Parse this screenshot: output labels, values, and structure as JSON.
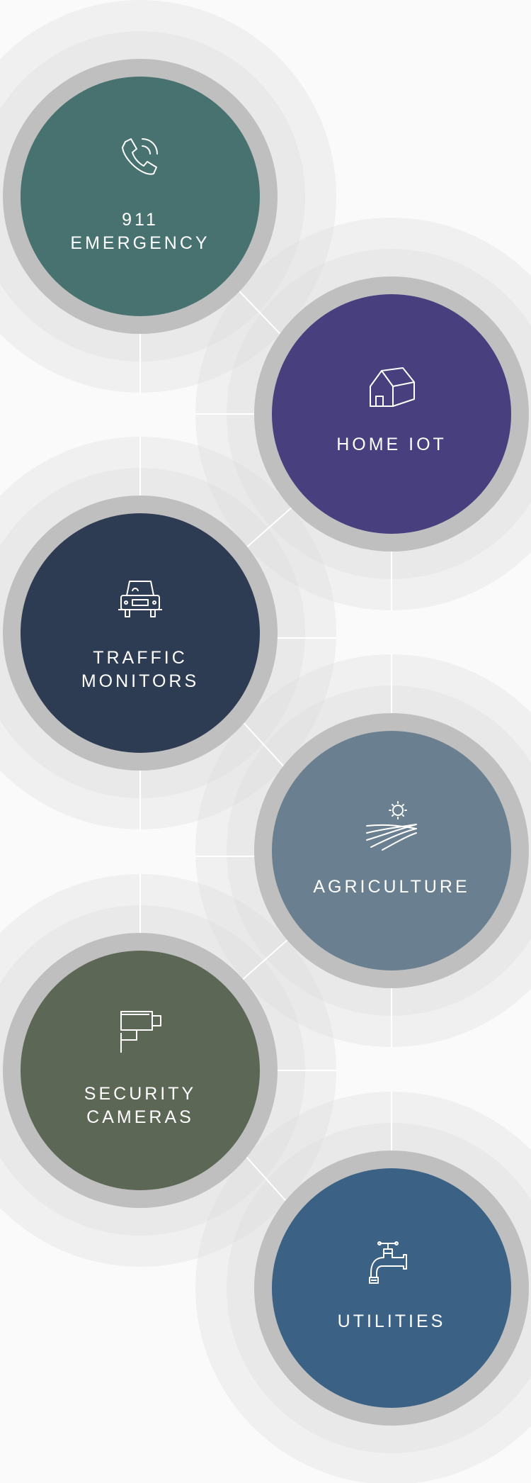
{
  "nodes": [
    {
      "id": "emergency",
      "line1": "911",
      "line2": "EMERGENCY",
      "color": "#477270",
      "icon": "phone-ringing-icon"
    },
    {
      "id": "homeiot",
      "line1": "HOME IOT",
      "line2": "",
      "color": "#473f7e",
      "icon": "house-icon"
    },
    {
      "id": "traffic",
      "line1": "TRAFFIC",
      "line2": "MONITORS",
      "color": "#2d3b53",
      "icon": "car-icon"
    },
    {
      "id": "agri",
      "line1": "AGRICULTURE",
      "line2": "",
      "color": "#6a8090",
      "icon": "sun-field-icon"
    },
    {
      "id": "security",
      "line1": "SECURITY",
      "line2": "CAMERAS",
      "color": "#5d6756",
      "icon": "security-camera-icon"
    },
    {
      "id": "utilities",
      "line1": "UTILITIES",
      "line2": "",
      "color": "#3b6185",
      "icon": "water-faucet-icon"
    }
  ],
  "colors": {
    "halo": "#dcdcdc",
    "ring": "#bfbfbf",
    "connector": "#ffffff",
    "background": "#fafafa"
  }
}
